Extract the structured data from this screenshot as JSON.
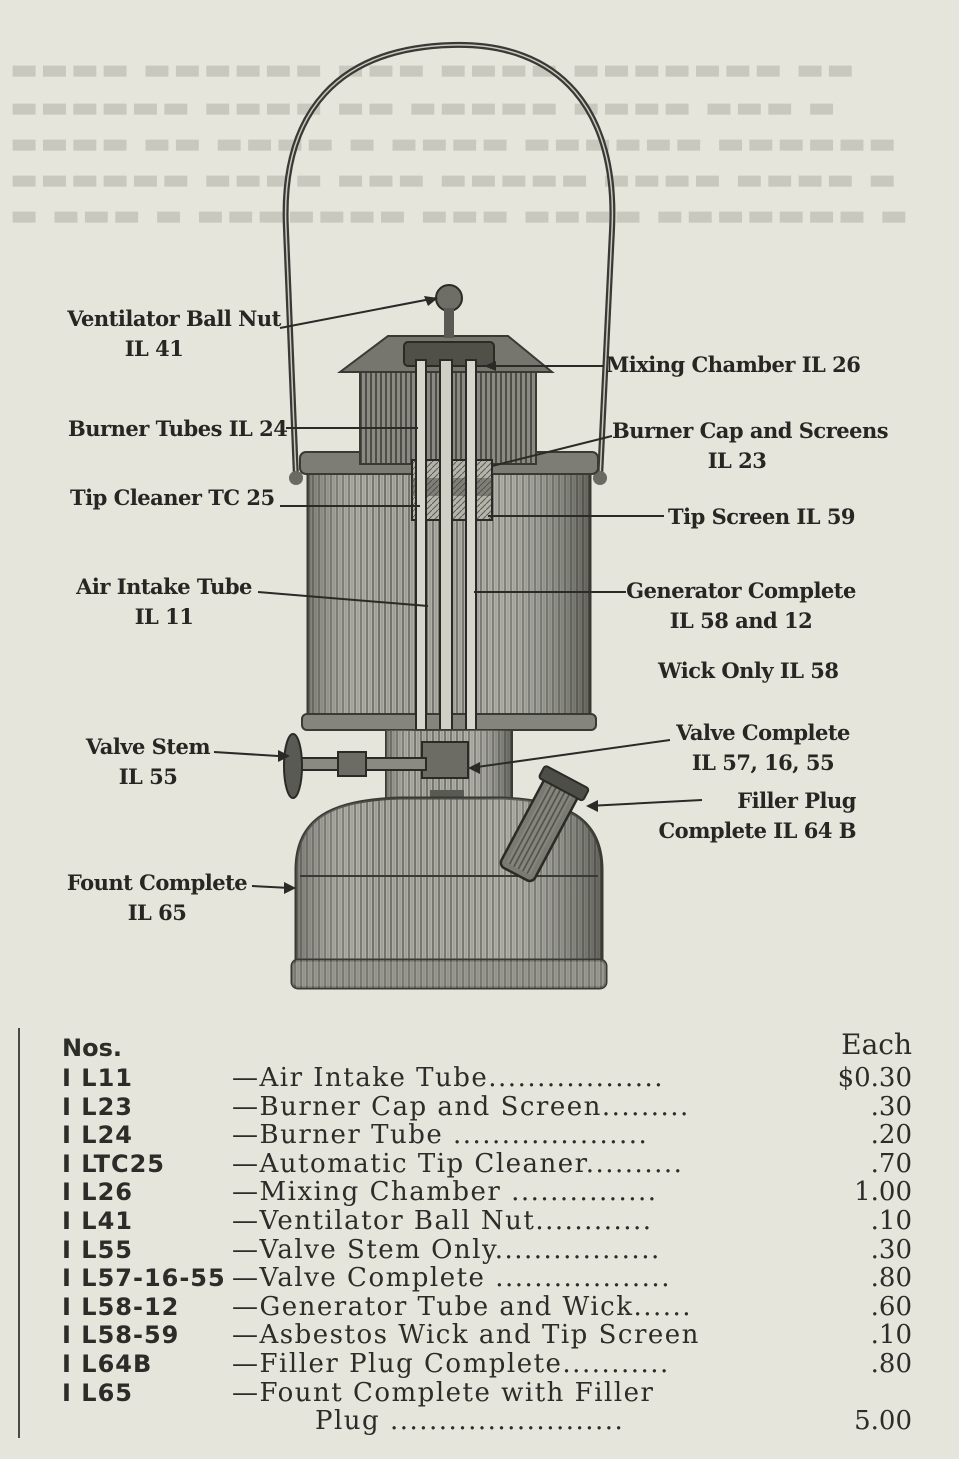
{
  "callouts": {
    "ventilator": {
      "name": "Ventilator Ball Nut",
      "code": "IL 41"
    },
    "mixing": {
      "name": "Mixing Chamber IL 26"
    },
    "burner_tubes": {
      "name": "Burner Tubes IL 24"
    },
    "burner_cap": {
      "name": "Burner Cap and Screens",
      "code": "IL 23"
    },
    "tip_cleaner": {
      "name": "Tip Cleaner TC 25"
    },
    "tip_screen": {
      "name": "Tip Screen IL 59"
    },
    "air_intake": {
      "name": "Air Intake Tube",
      "code": "IL 11"
    },
    "generator": {
      "name": "Generator Complete",
      "code": "IL 58 and 12"
    },
    "wick": {
      "name": "Wick Only IL 58"
    },
    "valve_stem": {
      "name": "Valve Stem",
      "code": "IL 55"
    },
    "valve_complete": {
      "name": "Valve Complete",
      "code": "IL 57, 16, 55"
    },
    "filler_plug": {
      "name": "Filler Plug",
      "code": "Complete IL 64 B"
    },
    "fount": {
      "name": "Fount Complete",
      "code": "IL 65"
    }
  },
  "table": {
    "header_nos": "Nos.",
    "header_each": "Each",
    "rows": [
      {
        "nos": "I L11",
        "desc": "—Air Intake Tube..................",
        "price": "$0.30"
      },
      {
        "nos": "I L23",
        "desc": "—Burner Cap and Screen.........",
        "price": ".30"
      },
      {
        "nos": "I L24",
        "desc": "—Burner Tube ....................",
        "price": ".20"
      },
      {
        "nos": "I LTC25",
        "desc": "—Automatic Tip Cleaner..........",
        "price": ".70"
      },
      {
        "nos": "I L26",
        "desc": "—Mixing Chamber ...............",
        "price": "1.00"
      },
      {
        "nos": "I L41",
        "desc": "—Ventilator Ball Nut............",
        "price": ".10"
      },
      {
        "nos": "I L55",
        "desc": "—Valve Stem Only.................",
        "price": ".30"
      },
      {
        "nos": "I L57-16-55",
        "desc": "—Valve Complete ..................",
        "price": ".80"
      },
      {
        "nos": "I L58-12",
        "desc": "—Generator Tube and Wick......",
        "price": ".60"
      },
      {
        "nos": "I L58-59",
        "desc": "—Asbestos Wick and Tip Screen",
        "price": ".10"
      },
      {
        "nos": "I L64B",
        "desc": "—Filler Plug Complete...........",
        "price": ".80"
      },
      {
        "nos": "I L65",
        "desc": "—Fount Complete with Filler",
        "price": ""
      }
    ],
    "continuation": {
      "desc": "Plug ........................",
      "price": "5.00"
    }
  }
}
